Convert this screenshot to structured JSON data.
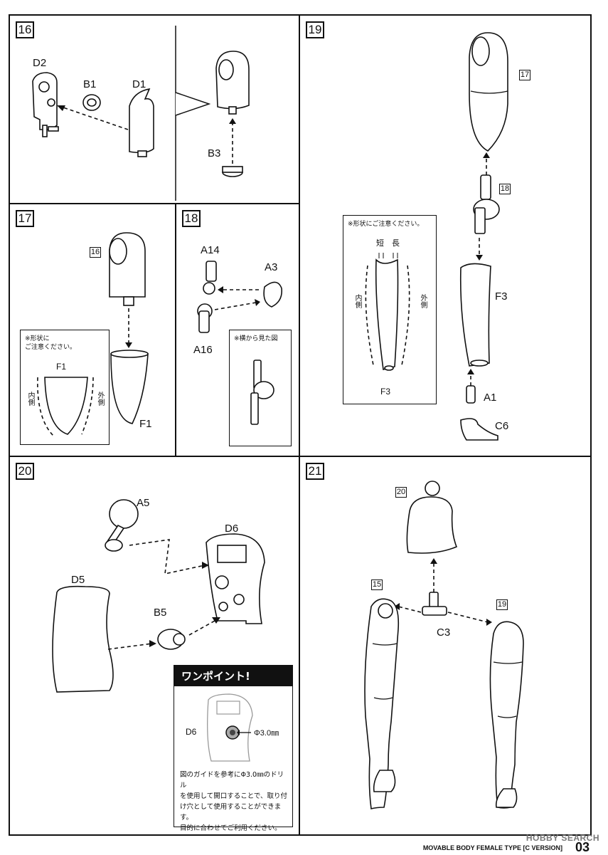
{
  "steps": {
    "s16": {
      "number": "16",
      "parts": [
        "D2",
        "B1",
        "D1",
        "B3"
      ]
    },
    "s17": {
      "number": "17",
      "ref": "16",
      "part": "F1",
      "note": {
        "caption": "※形状に\nご注意ください。",
        "label": "F1",
        "inner": "内側",
        "outer": "外側"
      }
    },
    "s18": {
      "number": "18",
      "parts": [
        "A14",
        "A3",
        "A16"
      ],
      "note_caption": "※横から見た図"
    },
    "s19": {
      "number": "19",
      "refs": [
        "17",
        "18"
      ],
      "parts": [
        "F3",
        "A1",
        "C6"
      ],
      "note": {
        "caption": "※形状にご注意ください。",
        "short": "短",
        "long": "長",
        "inner": "内側",
        "outer": "外側",
        "label": "F3"
      }
    },
    "s20": {
      "number": "20",
      "parts": [
        "A5",
        "D6",
        "D5",
        "B5"
      ],
      "onepoint": {
        "title": "ワンポイント!",
        "part": "D6",
        "dimension": "Φ3.0㎜",
        "text": "図のガイドを参考にΦ3.0㎜のドリル\nを使用して開口することで、取り付\nけ穴として使用することができます。\n目的に合わせてご利用ください。"
      }
    },
    "s21": {
      "number": "21",
      "refs": [
        "20",
        "15",
        "19"
      ],
      "part": "C3"
    }
  },
  "footer": {
    "title": "MOVABLE BODY FEMALE TYPE  [C VERSION]",
    "page": "03"
  },
  "watermark": "HOBBY SEARCH"
}
